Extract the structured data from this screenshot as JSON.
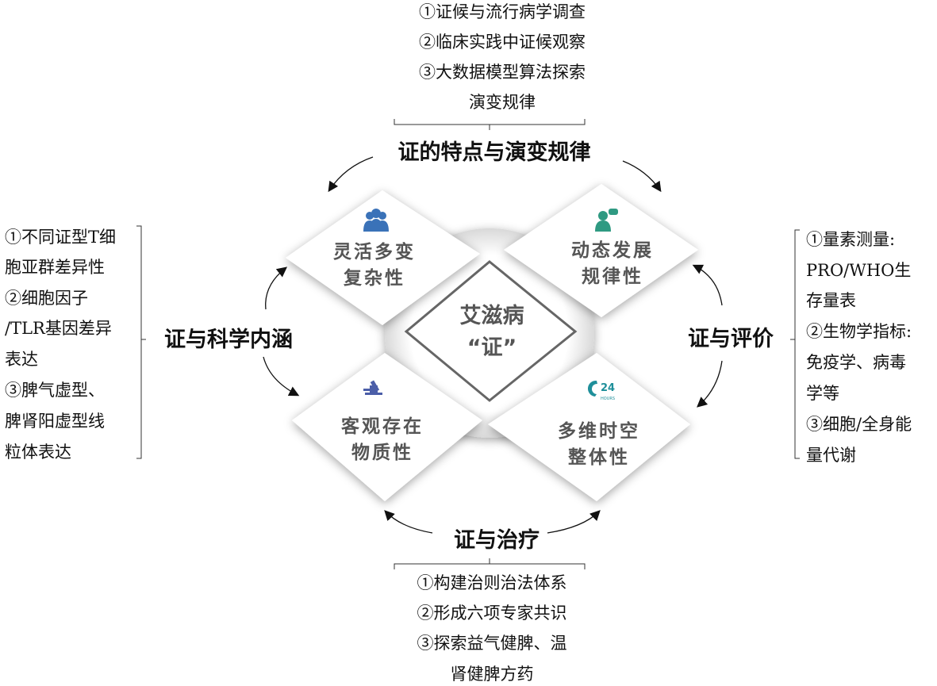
{
  "center": {
    "line1": "艾滋病",
    "line2": "“证”"
  },
  "quadrants": [
    {
      "line1": "灵活多变",
      "line2": "复杂性",
      "icon": "people-group-icon",
      "color": "#3a72b8"
    },
    {
      "line1": "动态发展",
      "line2": "规律性",
      "icon": "person-chat-icon",
      "color": "#2f9a82"
    },
    {
      "line1": "客观存在",
      "line2": "物质性",
      "icon": "microscope-icon",
      "color": "#4b5ea8"
    },
    {
      "line1": "多维时空",
      "line2": "整体性",
      "icon": "phone-24-hours-icon",
      "color": "#1f8f9a",
      "icon_text": "24",
      "icon_subtext": "HOURS"
    }
  ],
  "top": {
    "heading": "证的特点与演变规律",
    "items": [
      "①证候与流行病学调查",
      "②临床实践中证候观察",
      "③大数据模型算法探索",
      "演变规律"
    ]
  },
  "left": {
    "heading": "证与科学内涵",
    "items": [
      "①不同证型T细",
      "胞亚群差异性",
      "②细胞因子",
      "/TLR基因差异",
      "表达",
      "③脾气虚型、",
      "脾肾阳虚型线",
      "粒体表达"
    ]
  },
  "right": {
    "heading": "证与评价",
    "items": [
      "①量素测量:",
      "PRO/WHO生",
      "存量表",
      "②生物学指标:",
      "免疫学、病毒",
      "学等",
      "③细胞/全身能",
      "量代谢"
    ]
  },
  "bottom": {
    "heading": "证与治疗",
    "items": [
      "①构建治则治法体系",
      "②形成六项专家共识",
      "③探索益气健脾、温",
      "肾健脾方药"
    ]
  }
}
